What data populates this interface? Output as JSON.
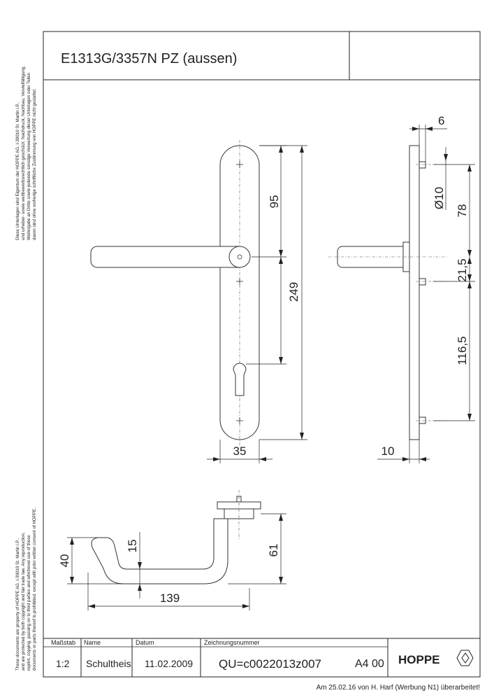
{
  "title": "E1313G/3357N PZ (aussen)",
  "legal_de": [
    "Diese Unterlagen sind Eigentum der HOPPE AG, I-39010 St. Martin i.P.,",
    "und urheber- sowie wettbewerbsrechtlich geschützt. Nachdruck, Nachbau, Vervielfältigung,",
    "Weitergabe an Dritte sowie jedwede sonstige Verwertung dieser Unterlagen oder Teilen",
    "davon sind ohne vorherige schriftliche Zustimmung von HOPPE nicht gestattet."
  ],
  "legal_en": [
    "These documents are property of HOPPE AG, I-39010 St. Martin i.P.,",
    "and are protected by both copyright and fair trade law. Any reproduction,",
    "reprint, copying, passing on to third parties and whichever use of these",
    "documents or parts thereof is prohibited, except with prior written consent of HOPPE."
  ],
  "dimensions": {
    "front_95": "95",
    "front_249": "249",
    "front_35": "35",
    "side_6": "6",
    "side_dia10": "Ø10",
    "side_78": "78",
    "side_21_5": "21,5",
    "side_116_5": "116,5",
    "side_10": "10",
    "top_40": "40",
    "top_15": "15",
    "top_61": "61",
    "top_139": "139"
  },
  "title_block": {
    "scale_label": "Maßstab",
    "scale_value": "1:2",
    "name_label": "Name",
    "name_value": "Schultheis",
    "date_label": "Datum",
    "date_value": "11.02.2009",
    "drawing_no_label": "Zeichnungsnummer",
    "drawing_no_value": "QU=c0022013z007",
    "format_value": "A4",
    "revision_value": "00",
    "brand": "HOPPE"
  },
  "footer_note": "Am 25.02.16 von H. Harf (Werbung N1) überarbeitet!"
}
